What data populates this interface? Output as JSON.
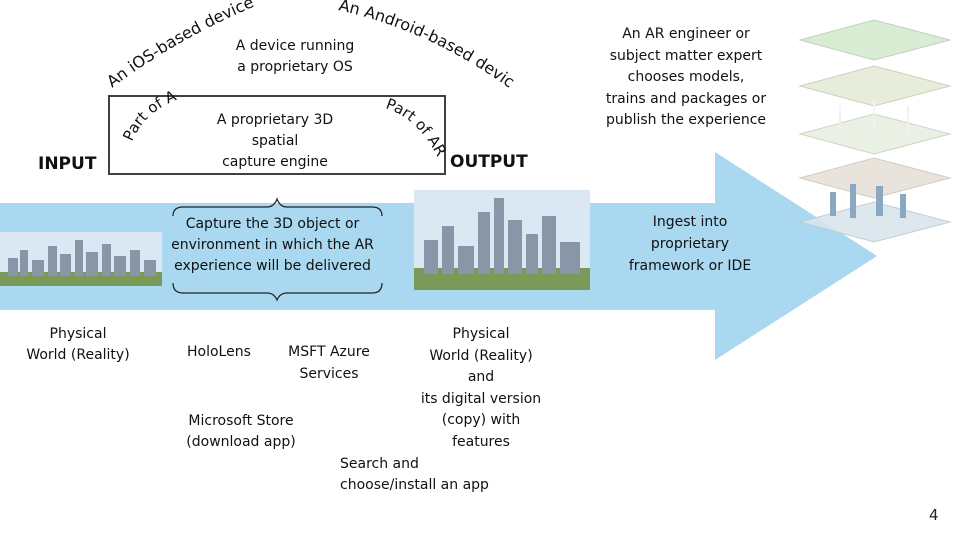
{
  "labels": {
    "input": "INPUT",
    "output": "OUTPUT",
    "ios_device": "An iOS-based device",
    "android_device": "An Android-based device",
    "part_of_arkit": "Part of ARKit",
    "part_of_arcore": "Part of ARCore",
    "device_running": "A device running\na proprietary OS",
    "capture_engine": "A proprietary 3D\nspatial\ncapture engine",
    "capture_desc": "Capture the 3D object or\nenvironment in which the AR\nexperience will be delivered",
    "ar_engineer": "An AR engineer or\nsubject matter expert\nchooses models,\ntrains and packages or\npublish the experience",
    "ingest": "Ingest into\nproprietary\nframework or IDE",
    "physical_world": "Physical\nWorld (Reality)",
    "physical_world_digital": "Physical\nWorld (Reality)\nand\nits digital version\n(copy) with\nfeatures",
    "hololens": "HoloLens",
    "msft_azure": "MSFT Azure\nServices",
    "ms_store": "Microsoft Store\n(download app)",
    "search_install": "Search and\nchoose/install an app",
    "page_number": "4"
  },
  "colors": {
    "arrow": "#a9d8f0",
    "box_border": "#404040",
    "city_sky": "#dbe8f4",
    "city_ground": "#7a9a5a"
  }
}
